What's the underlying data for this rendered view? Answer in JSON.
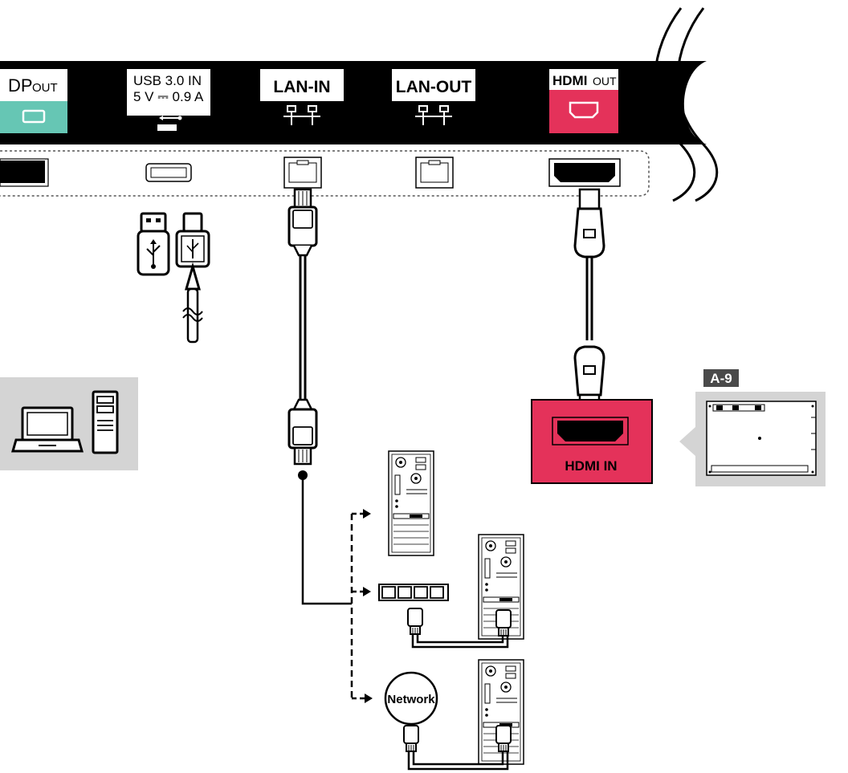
{
  "ports": {
    "dp_out": {
      "main": "DP",
      "sub": "OUT"
    },
    "usb": {
      "line1": "USB 3.0 IN",
      "line2": "5 V ⎓ 0.9 A"
    },
    "lan_in": {
      "label": "LAN-IN"
    },
    "lan_out": {
      "label": "LAN-OUT"
    },
    "hdmi_out": {
      "main": "HDMI",
      "sub": "OUT"
    }
  },
  "devices": {
    "hdmi_in_label": "HDMI IN",
    "board_tag": "A-9",
    "network_label": "Network"
  },
  "colors": {
    "panel_black": "#000000",
    "dp_teal": "#66c6b4",
    "hdmi_red": "#e4325a",
    "gray_box": "#d4d4d4"
  },
  "icons": [
    "usb-icon",
    "lan-icon",
    "laptop-icon",
    "pc-tower-icon",
    "network-switch-icon",
    "board-icon"
  ]
}
